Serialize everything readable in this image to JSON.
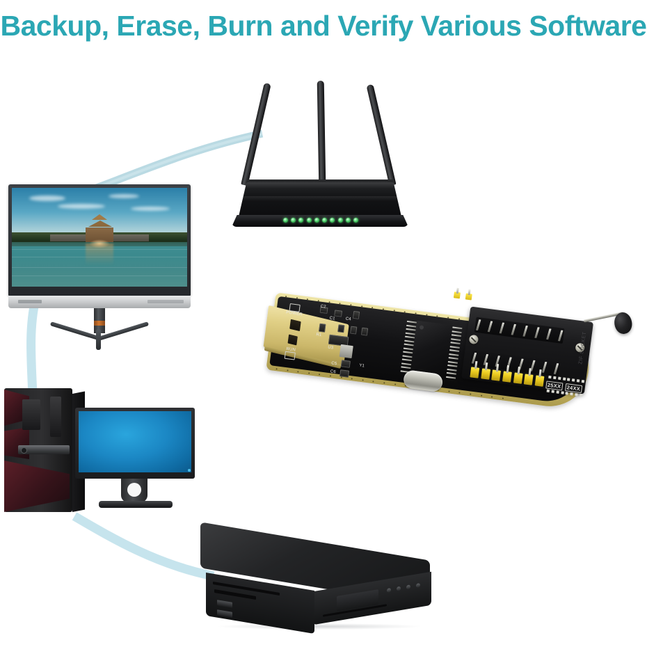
{
  "headline": {
    "text": "Backup, Erase, Burn and Verify Various Software",
    "color": "#2ba7b4"
  },
  "background_color": "#ffffff",
  "flow": {
    "description": "Curved arrows connecting devices to the programmer",
    "arrow_color": "#b6d8e2",
    "arrows": [
      {
        "name": "monitor-to-router",
        "from": "tv-monitor",
        "to": "wifi-router"
      },
      {
        "name": "monitor-to-desktop",
        "from": "tv-monitor",
        "to": "desktop-pc"
      },
      {
        "name": "desktop-to-settopbox",
        "from": "desktop-pc",
        "to": "set-top-box"
      }
    ]
  },
  "devices": [
    {
      "name": "tv-monitor",
      "label": "TV / LCD Monitor",
      "screen_content": "Forbidden City corner tower reflected in water",
      "bezel_color": "#2b2e32",
      "chin_color": "#d2d4d6"
    },
    {
      "name": "wifi-router",
      "label": "Wireless Router",
      "antenna_count": 3,
      "led_count": 10,
      "led_color": "#4fd06a",
      "body_color": "#121315"
    },
    {
      "name": "desktop-pc",
      "label": "Desktop Computer and Monitor",
      "tower_accent_color": "#5c1f28",
      "screen_color": "#1b87c4"
    },
    {
      "name": "set-top-box",
      "label": "Set-Top Box / DVD Player",
      "body_color": "#232426",
      "usb_port_count": 2,
      "button_count": 4
    }
  ],
  "programmer": {
    "name": "usb-programmer-board",
    "label": "USB EEPROM / SPI Flash Programmer",
    "pcb_black": "#121214",
    "pcb_gold": "#d8c878",
    "header_yellow": "#e8c81e",
    "usb_connector": "gold-plated USB Type-A plug",
    "socket": "ZIF socket with lever",
    "silkscreen": {
      "power": "POWER",
      "run": "RUN",
      "c1": "C1",
      "c2": "C2",
      "c4": "C4",
      "c5": "C5",
      "c6": "C6",
      "r1": "R1",
      "u3": "U3",
      "y1": "Y1",
      "chip_family_1": "25XX",
      "chip_family_2": "24XX",
      "socket_brand": "ZIF SOCKET",
      "orientation_mark": "⌐"
    },
    "header_pin_count": 7,
    "zif_contacts_per_half": 8
  }
}
